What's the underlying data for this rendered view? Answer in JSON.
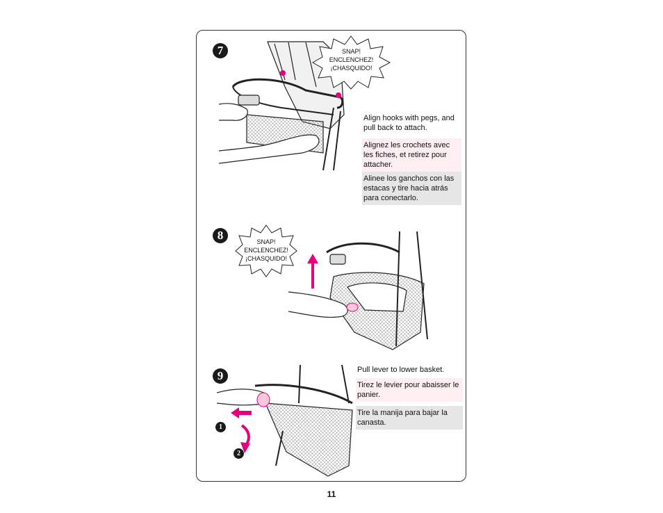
{
  "page_number": "11",
  "steps": [
    {
      "number": "7",
      "burst": [
        "SNAP!",
        "ENCLENCHEZ!",
        "¡CHASQUIDO!"
      ],
      "instructions": {
        "en": "Align hooks with pegs, and pull back to attach.",
        "fr": "Alignez les crochets avec les fiches, et retirez pour attacher.",
        "es": "Alinee los ganchos con las estacas y tire hacia atrás para conectarlo."
      }
    },
    {
      "number": "8",
      "burst": [
        "SNAP!",
        "ENCLENCHEZ!",
        "¡CHASQUIDO!"
      ]
    },
    {
      "number": "9",
      "markers": [
        "1",
        "2"
      ],
      "instructions": {
        "en": "Pull lever to lower basket.",
        "fr": "Tirez le levier pour abaisser le panier.",
        "es": "Tire la manija para bajar la canasta."
      }
    }
  ],
  "colors": {
    "accent": "#e6007e",
    "fr_bg": "#fdeef2",
    "es_bg": "#e6e6e7"
  }
}
